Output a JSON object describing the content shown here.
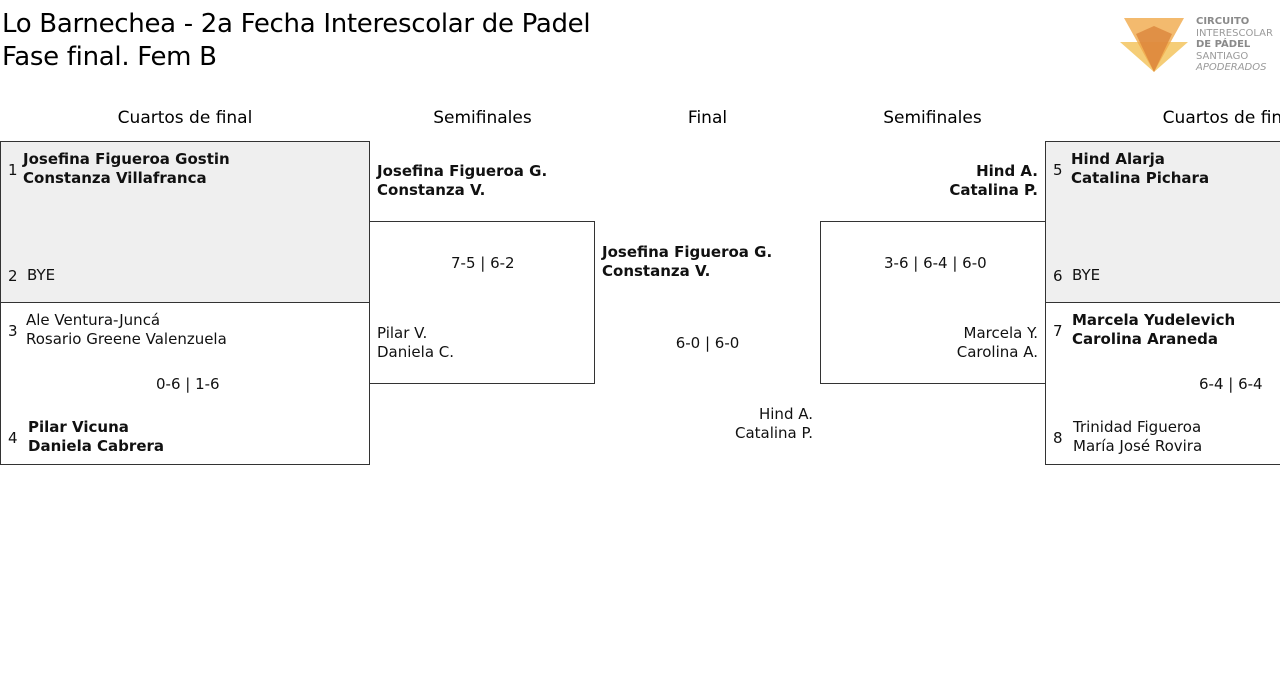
{
  "header": {
    "title_line1": "Lo Barnechea - 2a Fecha Interescolar de Padel",
    "title_line2": "Fase final. Fem B"
  },
  "logo": {
    "line1": "CIRCUITO",
    "line2": "INTERESCOLAR",
    "line3": "DE PÁDEL",
    "line4": "SANTIAGO",
    "line5": "APODERADOS",
    "colors": [
      "#f0a94a",
      "#e8c46a",
      "#d9823a"
    ]
  },
  "rounds": {
    "qf_left": "Cuartos de final",
    "sf_left": "Semifinales",
    "final": "Final",
    "sf_right": "Semifinales",
    "qf_right": "Cuartos de final"
  },
  "qf1": {
    "seed_a": "1",
    "a1": "Josefina Figueroa Gostin",
    "a2": "Constanza Villafranca",
    "seed_b": "2",
    "b1": "BYE"
  },
  "qf2": {
    "seed_a": "3",
    "a1": "Ale Ventura-Juncá",
    "a2": "Rosario Greene Valenzuela",
    "score": "0-6 | 1-6",
    "seed_b": "4",
    "b1": "Pilar Vicuna",
    "b2": "Daniela Cabrera"
  },
  "qf3": {
    "seed_a": "5",
    "a1": "Hind Alarja",
    "a2": "Catalina Pichara",
    "seed_b": "6",
    "b1": "BYE"
  },
  "qf4": {
    "seed_a": "7",
    "a1": "Marcela Yudelevich",
    "a2": "Carolina Araneda",
    "score": "6-4 | 6-4",
    "seed_b": "8",
    "b1": "Trinidad Figueroa",
    "b2": "María José Rovira"
  },
  "sf_left": {
    "a1": "Josefina Figueroa G.",
    "a2": "Constanza V.",
    "score": "7-5 | 6-2",
    "b1": "Pilar V.",
    "b2": "Daniela C."
  },
  "sf_right": {
    "a1": "Hind A.",
    "a2": "Catalina P.",
    "score": "3-6 | 6-4 | 6-0",
    "b1": "Marcela Y.",
    "b2": "Carolina A."
  },
  "final": {
    "a1": "Josefina Figueroa G.",
    "a2": "Constanza V.",
    "score": "6-0 | 6-0",
    "b1": "Hind A.",
    "b2": "Catalina P."
  }
}
